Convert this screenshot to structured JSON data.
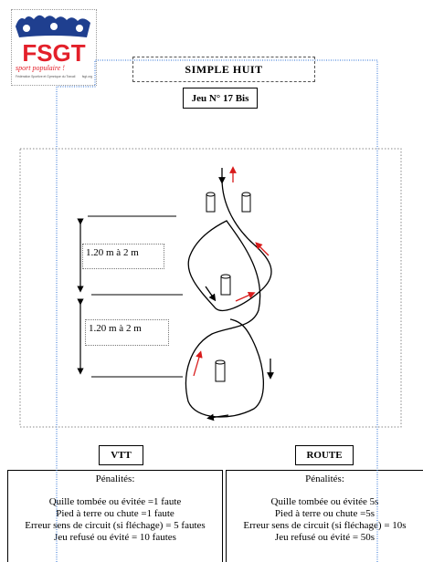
{
  "logo": {
    "text": "FSGT",
    "tagline": "sport populaire !",
    "subtitle": "Fédération Sportive et Gymnique du Travail",
    "url": "fsgt.org",
    "colors": {
      "blue": "#1f3f8f",
      "red": "#e3202a"
    }
  },
  "header": {
    "title": "SIMPLE  HUIT",
    "game_number": "Jeu N° 17 Bis"
  },
  "course": {
    "distance_top": "1.20 m à 2 m",
    "distance_bottom": "1.20 m à 2 m",
    "cone_count": 4,
    "icons": [
      "cone-icon",
      "direction-arrow-icon"
    ],
    "colors": {
      "path": "#000000",
      "arrow_red": "#d81b1b",
      "arrow_black": "#000000"
    }
  },
  "vtt": {
    "label": "VTT",
    "heading": "Pénalités:",
    "lines": [
      "Quille tombée ou évitée =1 faute",
      "Pied à terre ou chute =1 faute",
      "Erreur sens de circuit (si fléchage) = 5 fautes",
      "Jeu  refusé ou évité = 10 fautes"
    ]
  },
  "route": {
    "label": "ROUTE",
    "heading": "Pénalités:",
    "lines": [
      "Quille tombée ou évitée 5s",
      "Pied à terre ou chute =5s",
      "Erreur sens de circuit (si fléchage) = 10s",
      "Jeu  refusé ou évité = 50s"
    ]
  }
}
